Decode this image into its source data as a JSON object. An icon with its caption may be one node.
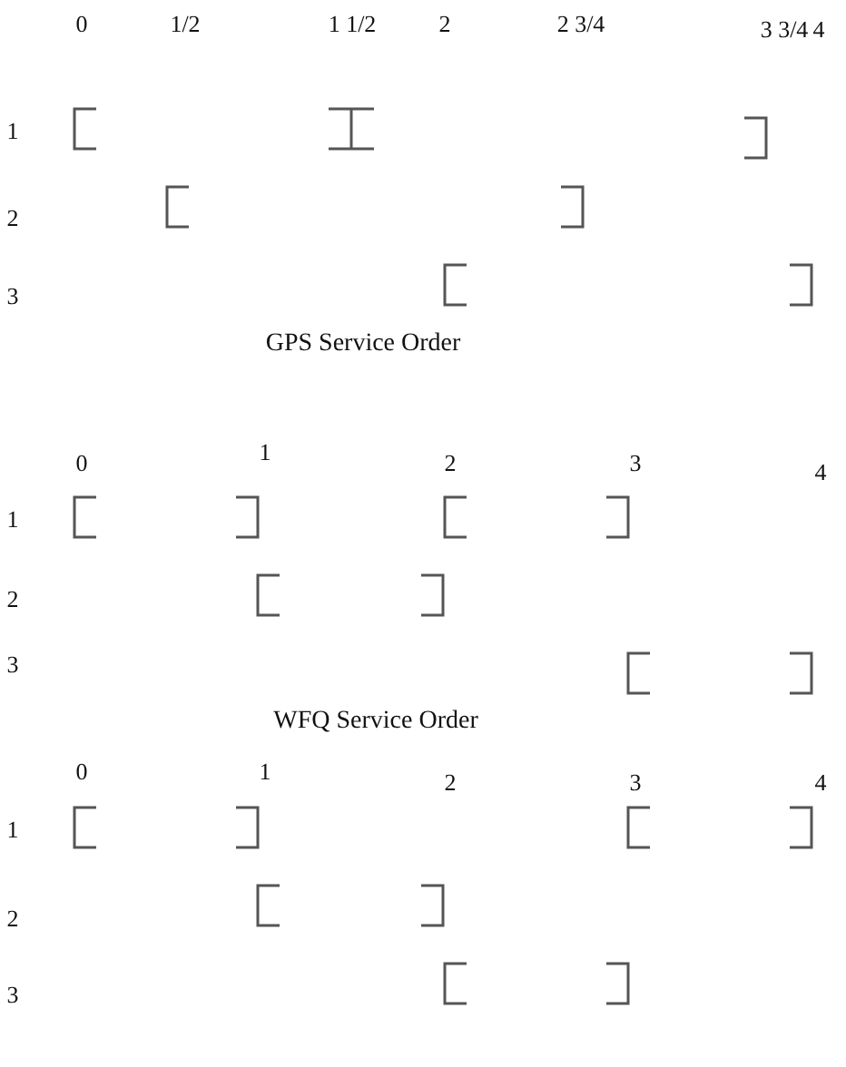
{
  "diagram": {
    "labels": [
      "0",
      "1/2",
      "1 1/2",
      "2",
      "2 3/4",
      "3 3/4",
      "4",
      "1",
      "2",
      "3",
      "GPS Service Order",
      "0",
      "1",
      "2",
      "3",
      "4",
      "1",
      "2",
      "3",
      "WFQ Service Order",
      "0",
      "1",
      "2",
      "3",
      "4",
      "1",
      "2",
      "3"
    ]
  }
}
